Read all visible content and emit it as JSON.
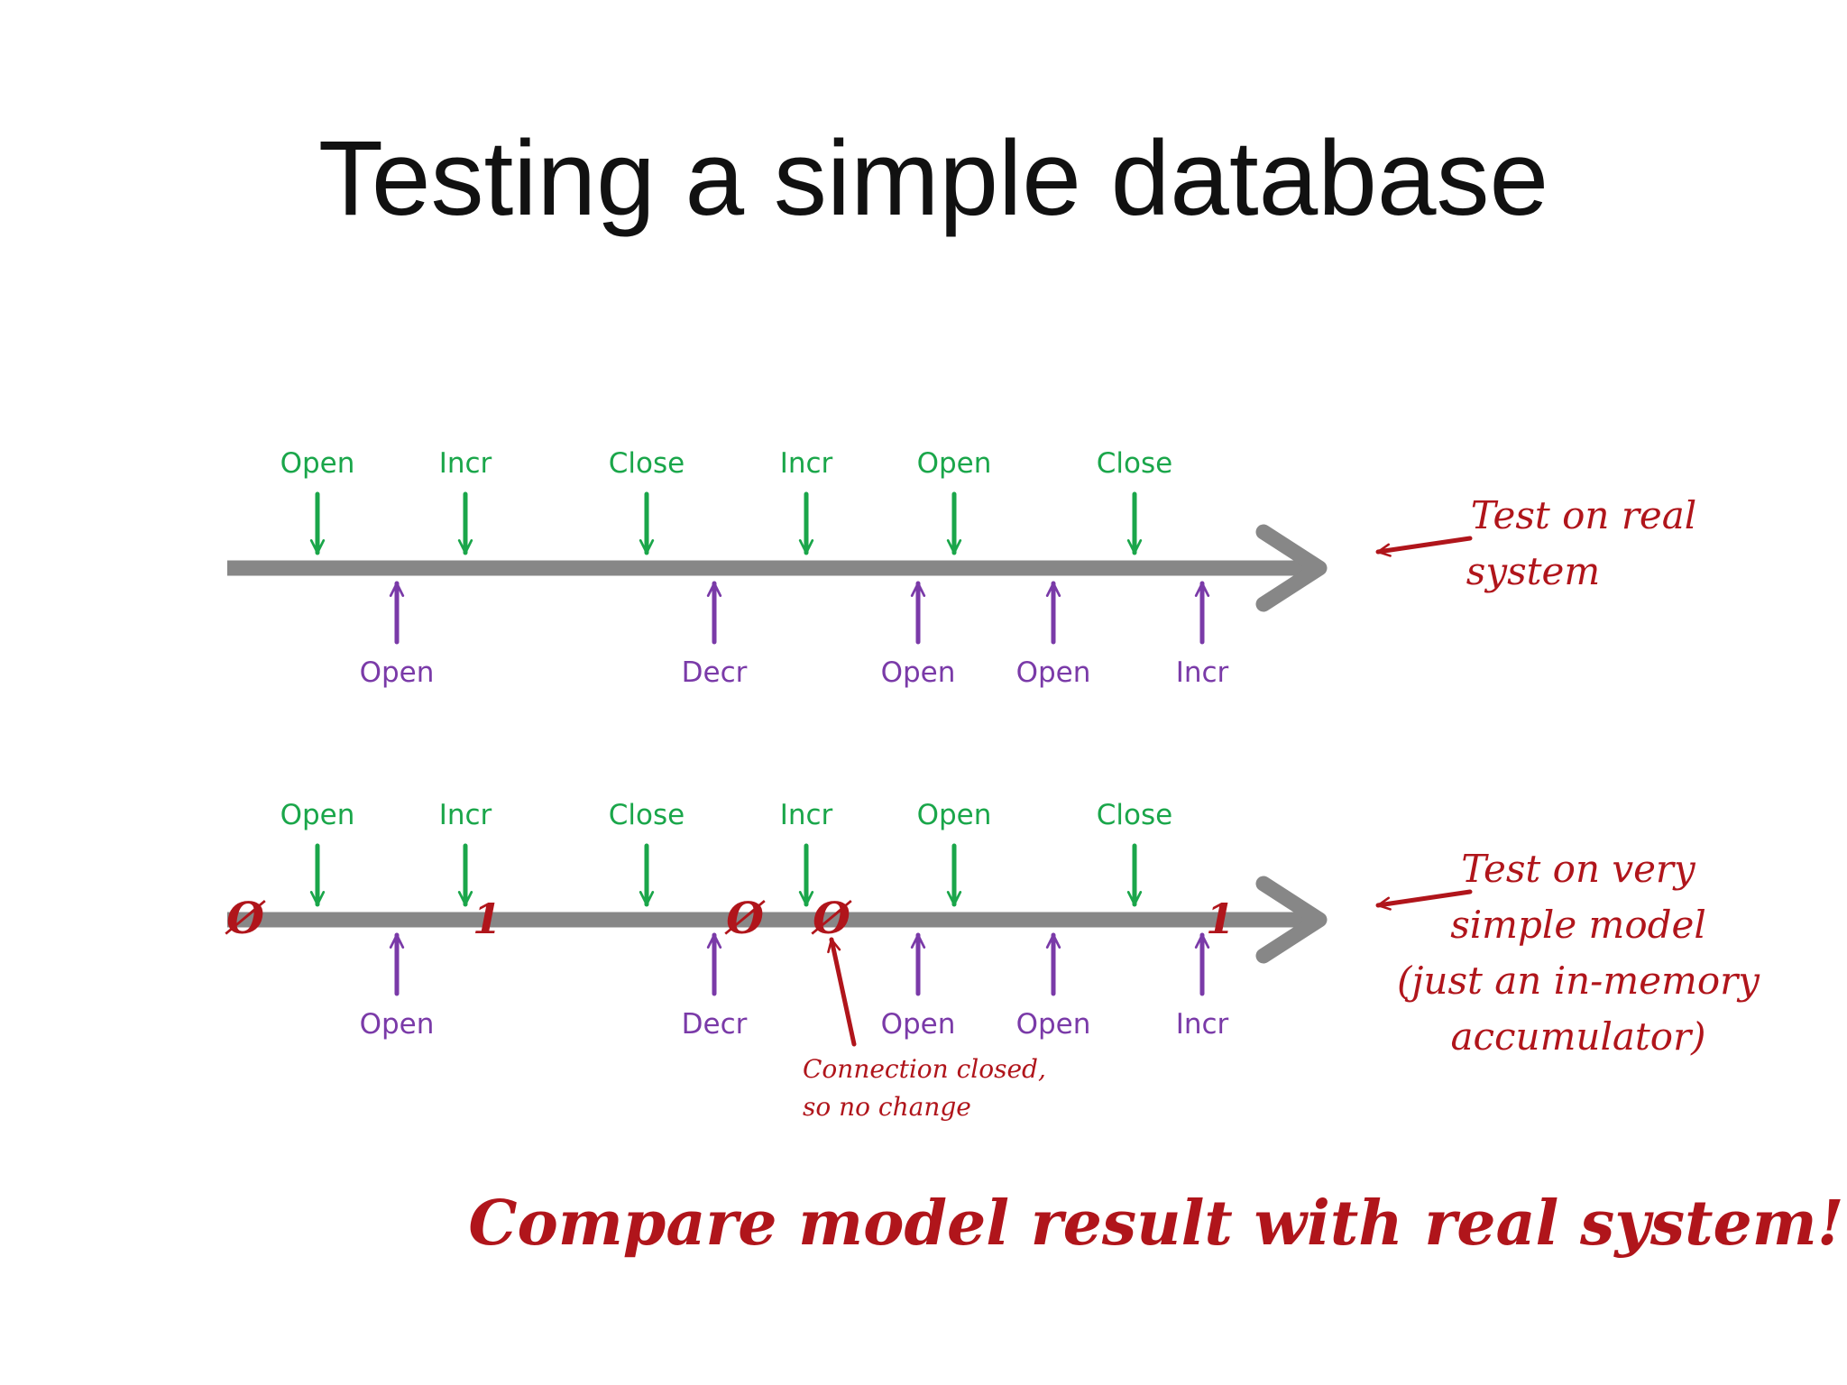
{
  "title": "Testing a simple database",
  "colors": {
    "timeline": "#878787",
    "client_a": "#1aa64a",
    "client_b": "#7a3aa8",
    "annotation": "#b0151b"
  },
  "timelines": [
    {
      "id": "real",
      "top_events": [
        "Open",
        "Incr",
        "Close",
        "Incr",
        "Open",
        "Close"
      ],
      "bottom_events": [
        "Open",
        "Decr",
        "Open",
        "Open",
        "Incr"
      ],
      "note_lines": [
        "Test on real",
        "system"
      ],
      "state_marks": []
    },
    {
      "id": "model",
      "top_events": [
        "Open",
        "Incr",
        "Close",
        "Incr",
        "Open",
        "Close"
      ],
      "bottom_events": [
        "Open",
        "Decr",
        "Open",
        "Open",
        "Incr"
      ],
      "note_lines": [
        "Test on very",
        "simple model",
        "(just an in-memory",
        "accumulator)"
      ],
      "state_marks": [
        "Ø",
        "1",
        "Ø",
        "Ø",
        "1"
      ]
    }
  ],
  "callout_lines": [
    "Connection closed,",
    "so no change"
  ],
  "conclusion": "Compare model result with real system!"
}
